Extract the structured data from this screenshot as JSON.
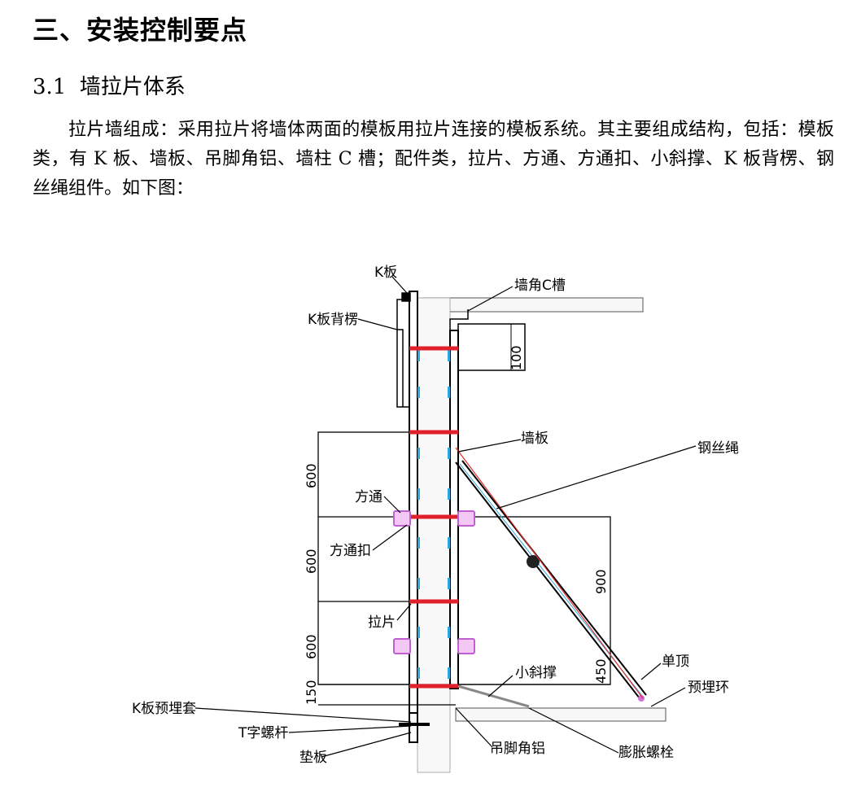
{
  "section": {
    "title": "三、安装控制要点"
  },
  "subsection": {
    "number": "3.1",
    "title": "墙拉片体系"
  },
  "paragraph": "拉片墙组成：采用拉片将墙体两面的模板用拉片连接的模板系统。其主要组成结构，包括：模板类，有 K 板、墙板、吊脚角铝、墙柱 C 槽；配件类，拉片、方通、方通扣、小斜撑、K 板背楞、钢丝绳组件。如下图：",
  "diagram": {
    "labels": {
      "k_board": "K板",
      "k_board_back": "K板背楞",
      "corner_c": "墙角C槽",
      "wall_board": "墙板",
      "steel_wire": "钢丝绳",
      "square_tube": "方通",
      "square_clip": "方通扣",
      "tie_sheet": "拉片",
      "small_brace": "小斜撑",
      "single_top": "单顶",
      "embedded_ring": "预埋环",
      "k_sleeve": "K板预埋套",
      "t_bolt": "T字螺杆",
      "pad": "垫板",
      "hanging_angle": "吊脚角铝",
      "expansion_bolt": "膨胀螺栓"
    },
    "dims": {
      "d100": "100",
      "d600a": "600",
      "d600b": "600",
      "d600c": "600",
      "d150": "150",
      "d900": "900",
      "d450": "450"
    },
    "colors": {
      "tie": "#e0202a",
      "clip": "#d070d8",
      "panel": "#2aa9e0",
      "wire": "#e03030"
    }
  }
}
